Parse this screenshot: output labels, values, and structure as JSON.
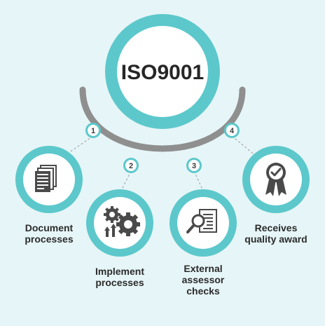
{
  "title": "ISO9001",
  "colors": {
    "background": "#e6f5f7",
    "accent": "#5cc8cb",
    "arc": "#8f8f8f",
    "icon": "#4a4a4a"
  },
  "steps": [
    {
      "number": "1",
      "icon": "document-stack-icon",
      "label_lines": [
        "Document",
        "processes"
      ]
    },
    {
      "number": "2",
      "icon": "gears-icon",
      "label_lines": [
        "Implement",
        "processes"
      ]
    },
    {
      "number": "3",
      "icon": "document-magnifier-icon",
      "label_lines": [
        "External",
        "assessor",
        "checks"
      ]
    },
    {
      "number": "4",
      "icon": "award-ribbon-icon",
      "label_lines": [
        "Receives",
        "quality award"
      ]
    }
  ]
}
